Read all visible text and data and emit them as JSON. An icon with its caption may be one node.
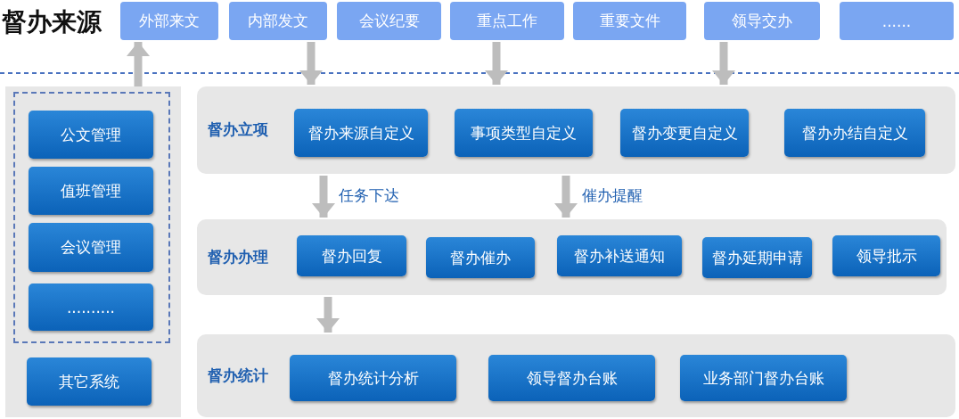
{
  "diagram": {
    "title": "督办来源",
    "nodes": [
      {
        "text": [
          "外部来文"
        ]
      },
      {
        "text": [
          "内部发文"
        ]
      },
      {
        "text": [
          "会议纪要"
        ]
      },
      {
        "text": [
          "重点工作"
        ]
      },
      {
        "text": [
          "重要文件"
        ]
      },
      {
        "text": [
          "领导交办"
        ]
      },
      {
        "text": [
          "......"
        ]
      },
      {
        "text": [],
        "shape": "box"
      },
      {
        "text": [],
        "shape": "box",
        "in": 7
      },
      {
        "text": [
          "公文管理"
        ],
        "in": 8
      },
      {
        "text": [
          "值班管理"
        ],
        "in": 8
      },
      {
        "text": [
          "会议管理"
        ],
        "in": 8
      },
      {
        "text": [
          ".........."
        ],
        "in": 8
      },
      {
        "text": [
          "其它系统"
        ],
        "in": 7
      },
      {
        "text": [
          "督办立项"
        ]
      },
      {
        "text": [
          "督办来源自定义"
        ],
        "in": 14
      },
      {
        "text": [
          "事项类型自定义"
        ],
        "in": 14
      },
      {
        "text": [
          "督办变更自定义"
        ],
        "in": 14
      },
      {
        "text": [
          "督办办结自定义"
        ],
        "in": 14
      },
      {
        "text": [
          "督办办理"
        ]
      },
      {
        "text": [
          "督办回复"
        ],
        "in": 19
      },
      {
        "text": [
          "督办催办"
        ],
        "in": 19
      },
      {
        "text": [
          "督办补送通知"
        ],
        "in": 19
      },
      {
        "text": [
          "督办延期申请"
        ],
        "in": 19
      },
      {
        "text": [
          "领导批示"
        ],
        "in": 19
      },
      {
        "text": [
          "督办统计"
        ]
      },
      {
        "text": [
          "督办统计分析"
        ],
        "in": 25
      },
      {
        "text": [
          "领导督办台账"
        ],
        "in": 25
      },
      {
        "text": [
          "业务部门督办台账"
        ],
        "in": 25
      }
    ],
    "edges": [
      {
        "from": 7,
        "to": 0,
        "arrow": "to"
      },
      {
        "from": 1,
        "to": 14,
        "arrow": "to"
      },
      {
        "from": 3,
        "to": 14,
        "arrow": "to"
      },
      {
        "from": 5,
        "to": 14,
        "arrow": "to"
      },
      {
        "from": 14,
        "to": 19,
        "arrow": "to",
        "label": "任务下达"
      },
      {
        "from": 14,
        "to": 19,
        "arrow": "to",
        "label": "催办提醒"
      },
      {
        "from": 19,
        "to": 25,
        "arrow": "to"
      }
    ]
  }
}
